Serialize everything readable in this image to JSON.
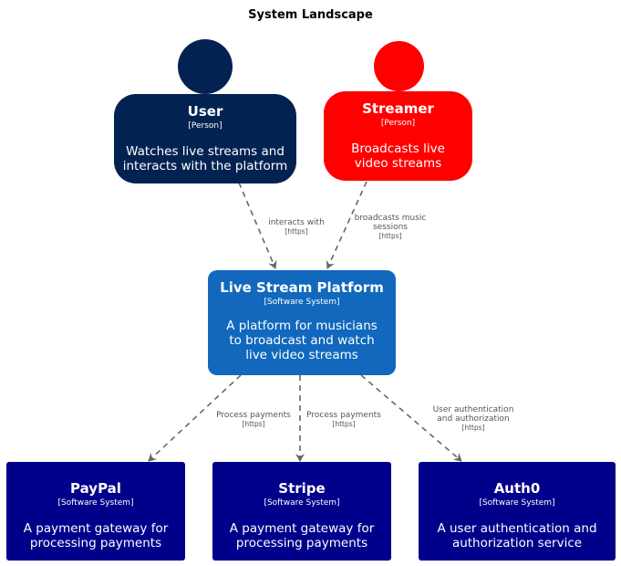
{
  "title": "System Landscape",
  "colors": {
    "user": "#022351",
    "streamer": "#ff0000",
    "platform": "#1168bd",
    "external": "#00008b",
    "edge": "#666666"
  },
  "nodes": {
    "user": {
      "name": "User",
      "type": "[Person]",
      "desc": "Watches live streams and interacts with the platform"
    },
    "streamer": {
      "name": "Streamer",
      "type": "[Person]",
      "desc": "Broadcasts live video streams"
    },
    "platform": {
      "name": "Live Stream Platform",
      "type": "[Software System]",
      "desc": "A platform for musicians to broadcast and watch live video streams"
    },
    "paypal": {
      "name": "PayPal",
      "type": "[Software System]",
      "desc": "A payment gateway for processing payments"
    },
    "stripe": {
      "name": "Stripe",
      "type": "[Software System]",
      "desc": "A payment gateway for processing payments"
    },
    "auth0": {
      "name": "Auth0",
      "type": "[Software System]",
      "desc": "A user authentication and authorization service"
    }
  },
  "edges": {
    "user_platform": {
      "label": "interacts with",
      "tech": "[https]"
    },
    "streamer_platform": {
      "label": "broadcasts music sessions",
      "tech": "[https]"
    },
    "platform_paypal": {
      "label": "Process payments",
      "tech": "[https]"
    },
    "platform_stripe": {
      "label": "Process payments",
      "tech": "[https]"
    },
    "platform_auth0": {
      "label": "User authentication and authorization",
      "tech": "[https]"
    }
  }
}
